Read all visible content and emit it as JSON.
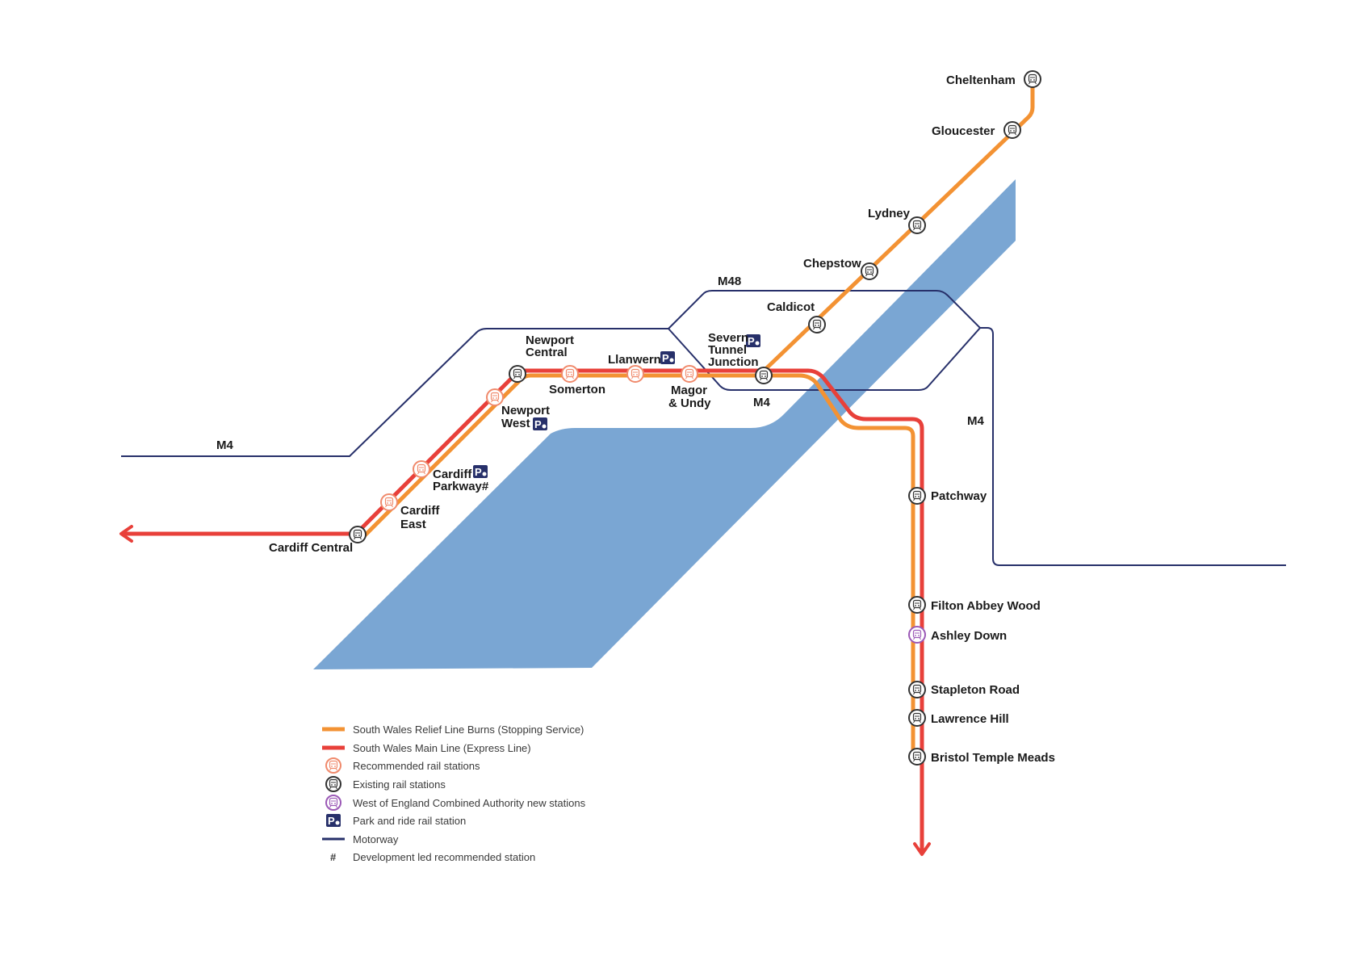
{
  "colors": {
    "relief_line": "#f39233",
    "main_line": "#e8403a",
    "motorway": "#27306a",
    "estuary": "#7aa6d3",
    "recommended": "#f08a6c",
    "existing": "#333333",
    "weca": "#9b59b6",
    "park_ride": "#27306a"
  },
  "stations": {
    "cheltenham": "Cheltenham",
    "gloucester": "Gloucester",
    "lydney": "Lydney",
    "chepstow": "Chepstow",
    "caldicot": "Caldicot",
    "severn_1": "Severn",
    "severn_2": "Tunnel",
    "severn_3": "Junction",
    "newport_central_1": "Newport",
    "newport_central_2": "Central",
    "llanwern": "Llanwern",
    "somerton": "Somerton",
    "magor_1": "Magor",
    "magor_2": "& Undy",
    "newport_west_1": "Newport",
    "newport_west_2": "West",
    "cardiff_parkway_1": "Cardiff",
    "cardiff_parkway_2": "Parkway#",
    "cardiff_east_1": "Cardiff",
    "cardiff_east_2": "East",
    "cardiff_central": "Cardiff Central",
    "patchway": "Patchway",
    "filton": "Filton Abbey Wood",
    "ashley_down": "Ashley Down",
    "stapleton": "Stapleton Road",
    "lawrence_hill": "Lawrence Hill",
    "temple_meads": "Bristol Temple Meads"
  },
  "roads": {
    "m4_west": "M4",
    "m48": "M48",
    "m4_bridge": "M4",
    "m4_east": "M4"
  },
  "park_ride_letter": "P",
  "legend": {
    "relief": "South Wales Relief Line Burns (Stopping Service)",
    "main": "South Wales Main Line (Express Line)",
    "recommended": "Recommended rail stations",
    "existing": "Existing rail stations",
    "weca": "West of England Combined Authority new stations",
    "park_ride": "Park and ride rail station",
    "motorway": "Motorway",
    "hash_symbol": "#",
    "development": "Development led recommended station"
  },
  "icons": {
    "station": "train-icon",
    "park_ride": "park-and-ride-icon"
  }
}
